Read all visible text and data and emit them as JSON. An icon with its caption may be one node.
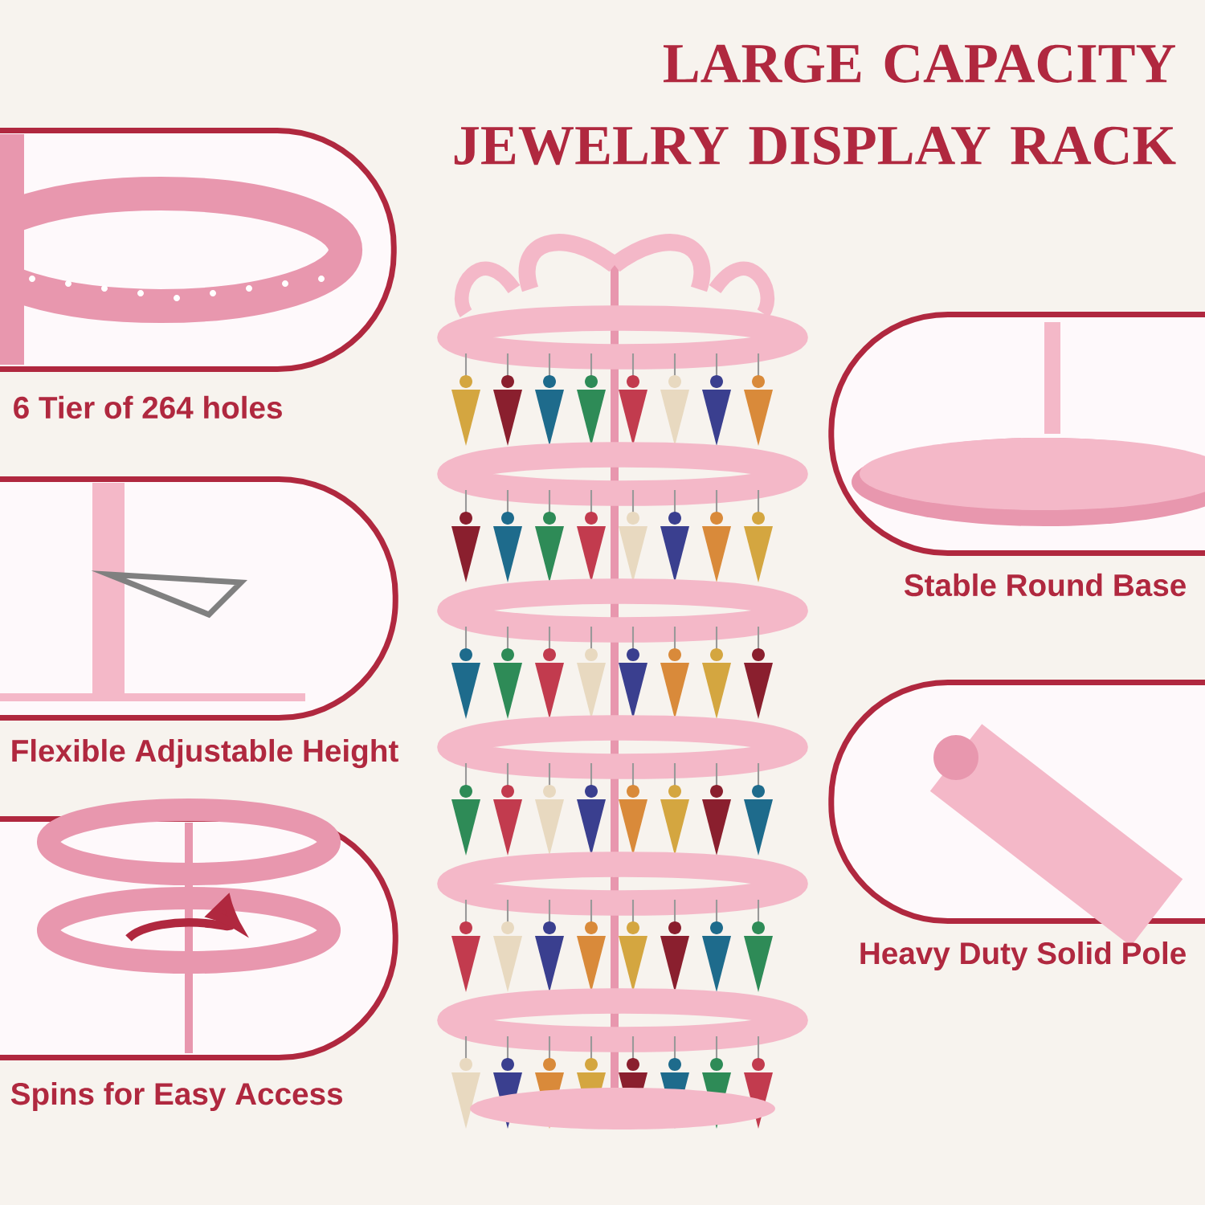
{
  "diagram": {
    "title": "LARGE CAPACITY JEWELRY DISPLAY RACK",
    "nodes": [
      {
        "text": [
          "6 Tier of 264 holes"
        ]
      },
      {
        "text": [
          "Flexible Adjustable Height"
        ]
      },
      {
        "text": [
          "Spins for Easy Access"
        ]
      },
      {
        "text": [
          "Stable Round Base"
        ]
      },
      {
        "text": [
          "Heavy Duty Solid Pole"
        ]
      }
    ]
  }
}
